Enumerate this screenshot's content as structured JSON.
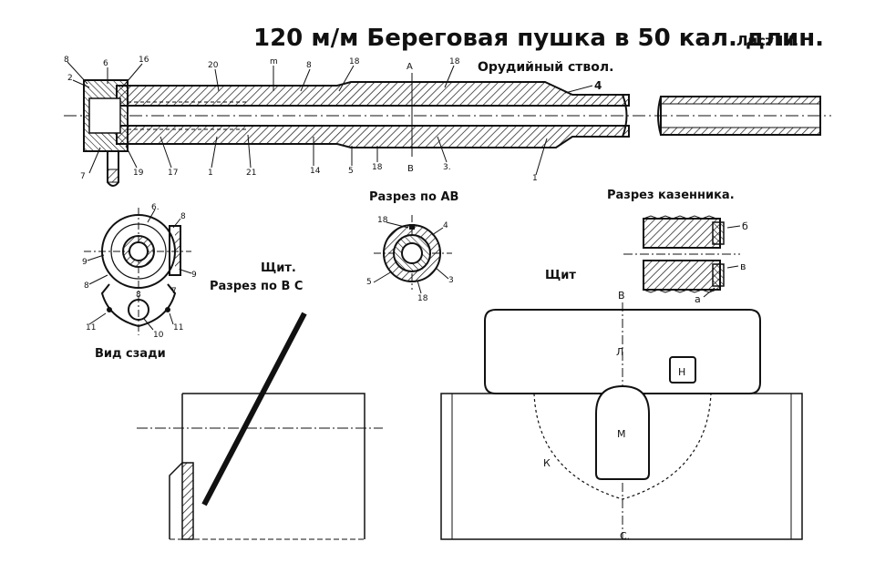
{
  "title": "120 м/м Береговая пушка в 50 кал. длин.",
  "sheet_label": "Лист III.",
  "barrel": {
    "caption": "Орудийный ствол.",
    "top_callouts": [
      "8",
      "2",
      "6",
      "16",
      "20",
      "m",
      "8",
      "18",
      "A",
      "18"
    ],
    "bottom_callouts": [
      "7",
      "19",
      "17",
      "1",
      "21",
      "14",
      "5",
      "18",
      "B",
      "3.",
      "1"
    ],
    "marker_4": "4"
  },
  "section_ab": {
    "caption": "Разрез по АВ",
    "callouts": [
      "18",
      "4",
      "5",
      "3",
      "18"
    ]
  },
  "breech_section": {
    "caption": "Разрез казенника.",
    "callouts": [
      "б",
      "в",
      "а"
    ]
  },
  "rear_view": {
    "caption": "Вид сзади",
    "callouts": [
      "6.",
      "8",
      "9",
      "8",
      "8",
      "7",
      "9",
      "11",
      "10",
      "11"
    ]
  },
  "section_bc_caption": "Разрез по В С",
  "shield_side_caption": "Щит.",
  "shield_front": {
    "caption": "Щит",
    "letters": {
      "top": "В",
      "upper_panel": "Л",
      "box": "Н",
      "slot": "М",
      "left": "К",
      "bottom": "С."
    }
  },
  "colors": {
    "ink": "#111111",
    "paper": "#ffffff"
  }
}
